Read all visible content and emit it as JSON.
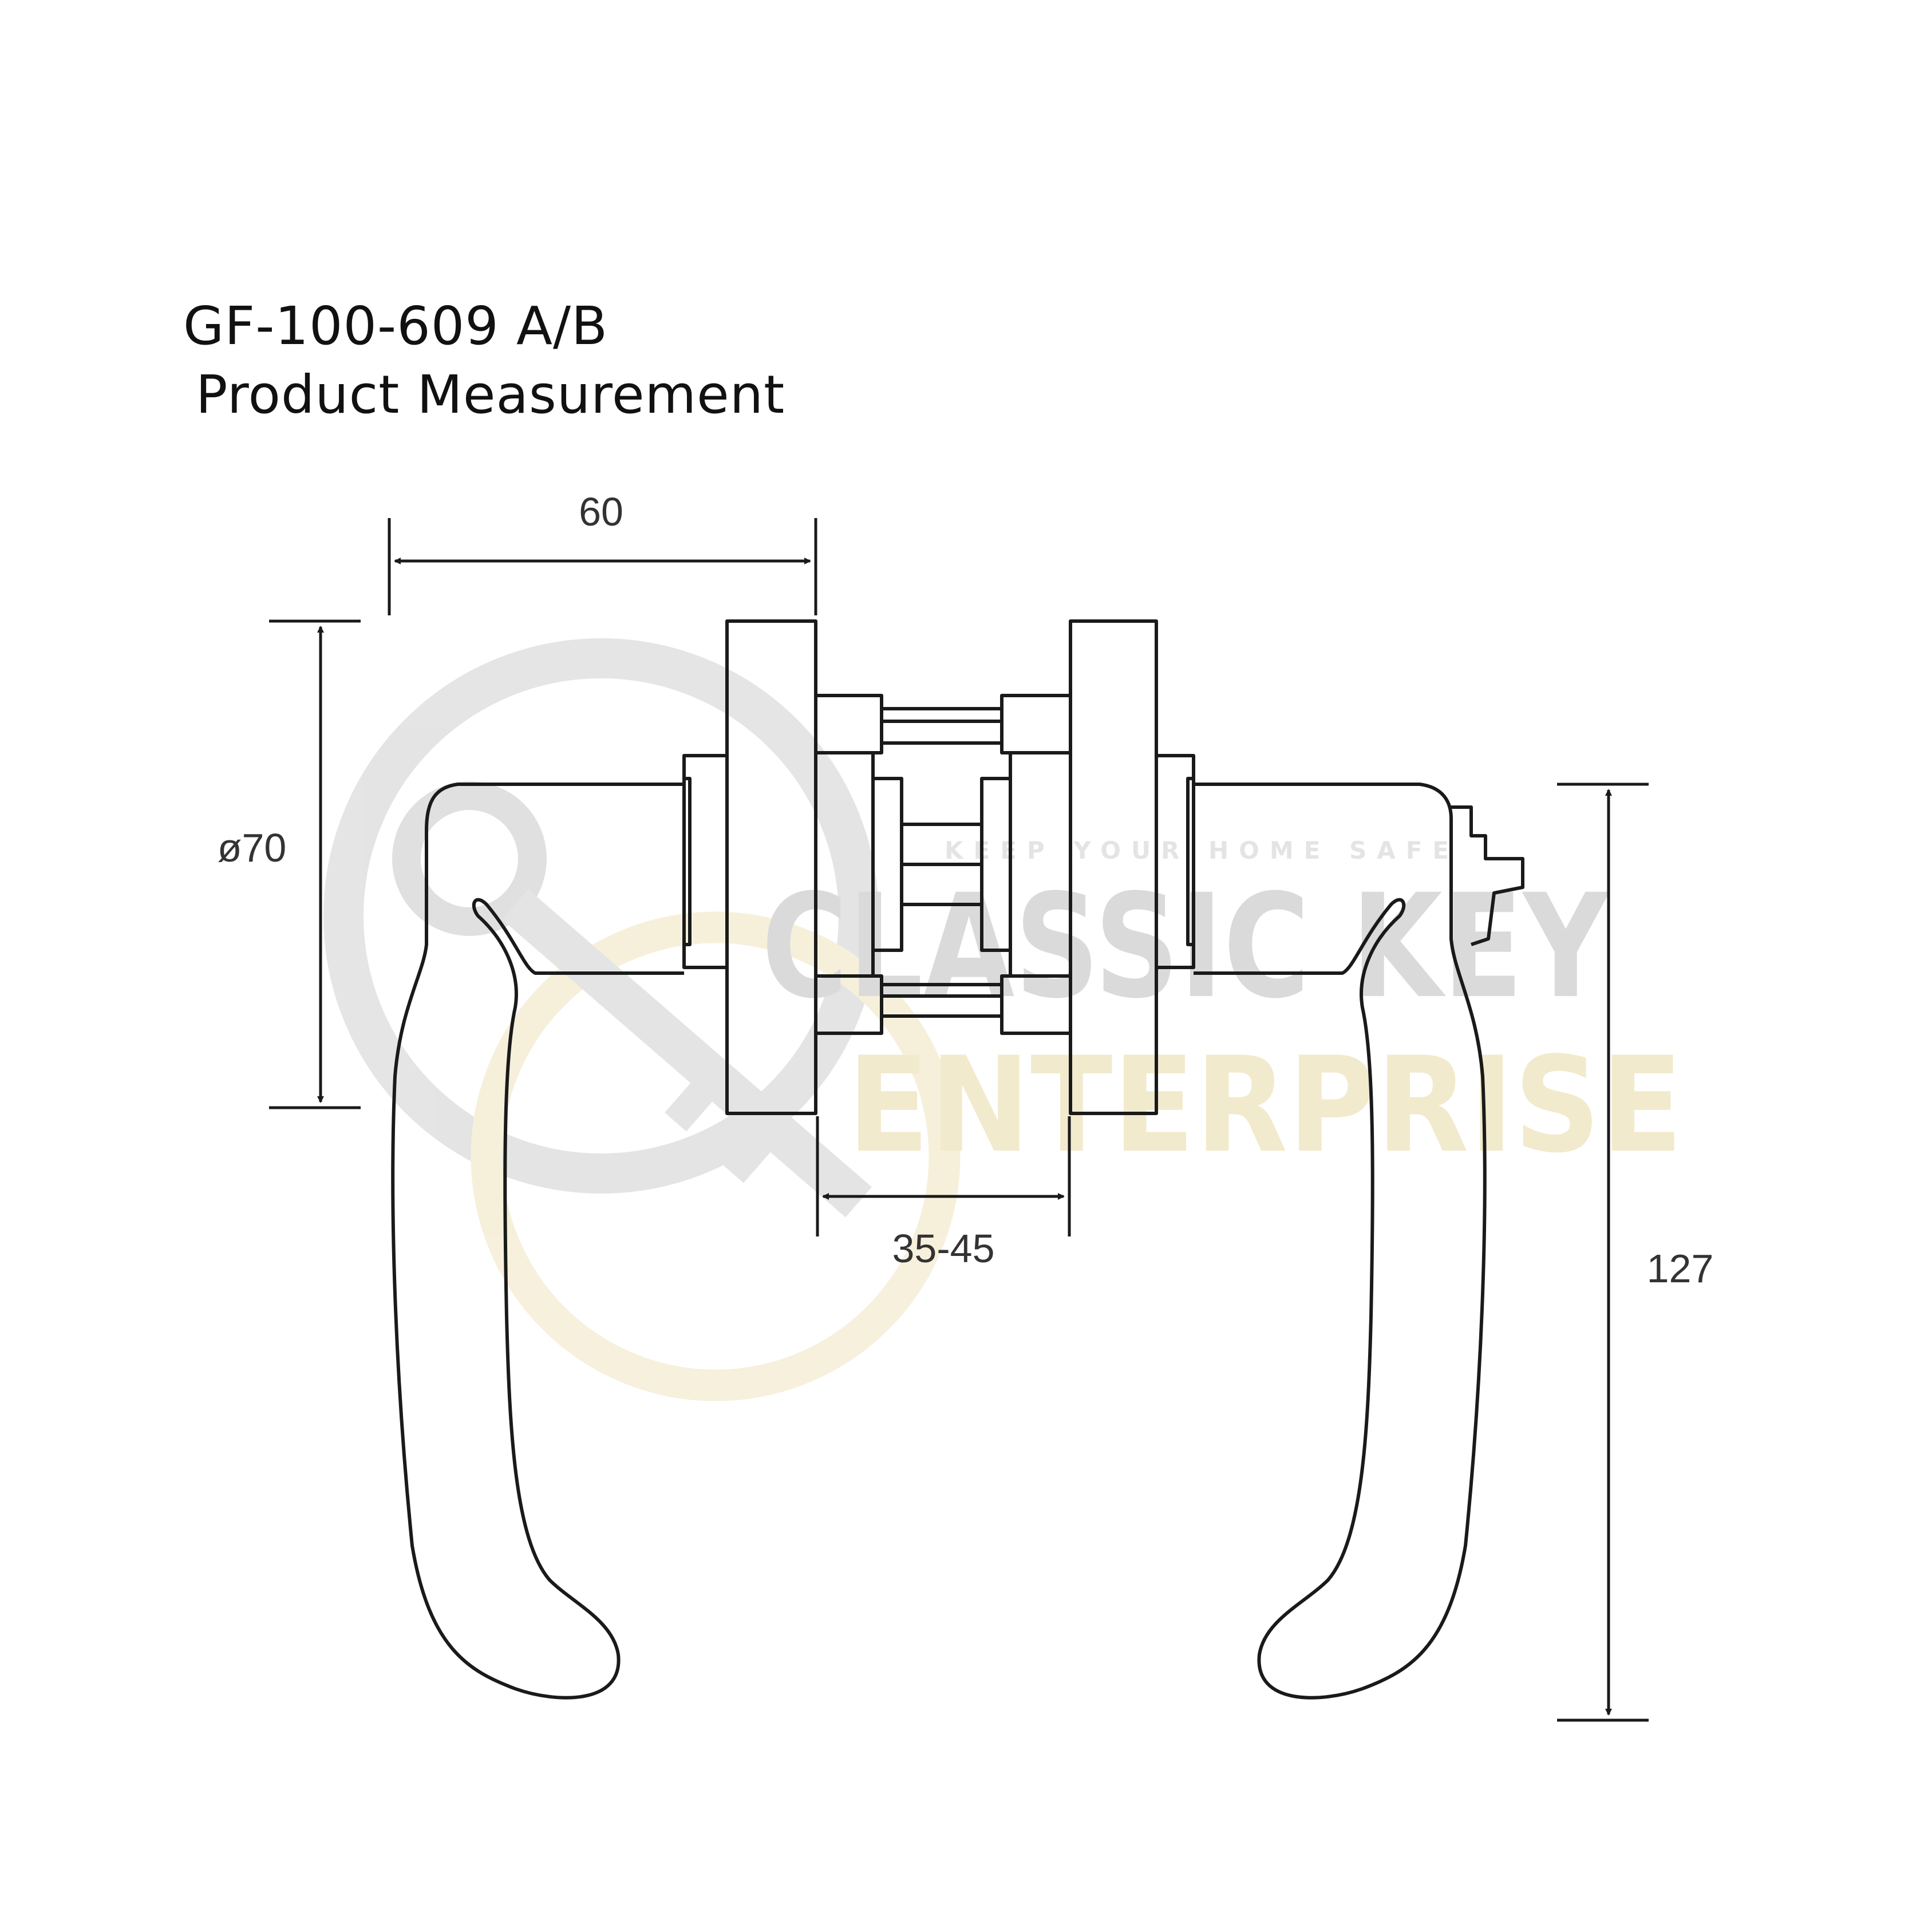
{
  "title": {
    "model": "GF-100-609 A/B",
    "subtitle": "Product Measurement"
  },
  "dimensions": {
    "width_rose": "60",
    "diameter": "ø70",
    "door_thickness": "35-45",
    "handle_height": "127"
  },
  "watermark": {
    "brand_line1": "CLASSIC KEY",
    "brand_line2": "ENTERPRISE",
    "tagline": "KEEP YOUR HOME SAFE"
  },
  "colors": {
    "line": "#1a1a1a",
    "watermark_grey": "#bdbdbd",
    "watermark_gold": "#e9d9a6"
  }
}
